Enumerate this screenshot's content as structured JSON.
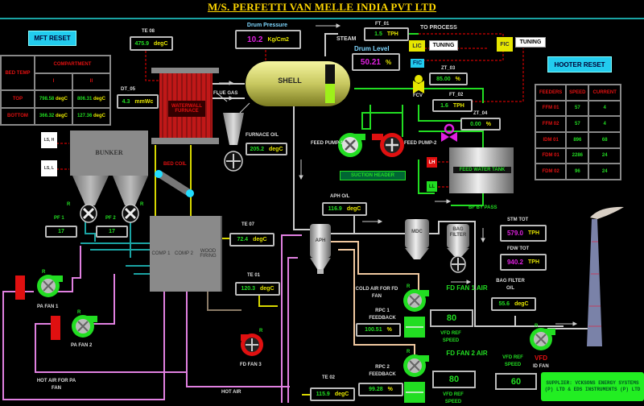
{
  "header": {
    "title": "M/S. PERFETTI VAN MELLE INDIA PVT LTD"
  },
  "buttons": {
    "mft_reset": "MFT RESET",
    "hooter_reset": "HOOTER RESET"
  },
  "bed_temp_table": {
    "corner": "BED TEMP",
    "header": "COMPARTMENT",
    "columns": [
      "I",
      "II"
    ],
    "rows": [
      {
        "label": "TOP",
        "values": [
          "798.58",
          "806.31"
        ],
        "unit": "degC"
      },
      {
        "label": "BOTTOM",
        "values": [
          "366.32",
          "127.36"
        ],
        "unit": "degC"
      }
    ]
  },
  "te08": {
    "label": "TE 08",
    "value": "475.9",
    "unit": "degC"
  },
  "dt05": {
    "label": "DT_05",
    "value": "4.3",
    "unit": "mmWc"
  },
  "drum_pressure": {
    "label": "Drum Pressure",
    "value": "10.2",
    "unit": "Kg/Cm2"
  },
  "drum_level": {
    "label": "Drum Level",
    "value": "50.21",
    "unit": "%"
  },
  "steam_label": "STEAM",
  "ft01": {
    "label": "FT_01",
    "value": "1.5",
    "unit": "TPH"
  },
  "to_process": "TO PROCESS",
  "controllers": {
    "lic": "LIC",
    "fic": "FIC",
    "fic_small": "FIC",
    "tuning1": "TUNING",
    "tuning2": "TUNING",
    "fcv": "FCV"
  },
  "zt03": {
    "label": "ZT_03",
    "value": "85.00",
    "unit": "%"
  },
  "ft02": {
    "label": "FT_02",
    "value": "1.6",
    "unit": "TPH"
  },
  "zt04": {
    "label": "ZT_04",
    "value": "0.00",
    "unit": "%"
  },
  "shell": "SHELL",
  "waterwall": "WATERWALL FURNACE",
  "flue_gas": "FLUE GAS",
  "furnace_out": {
    "label": "FURNACE O/L",
    "value": "205.2",
    "unit": "degC"
  },
  "feed_pump1": "FEED PUMP-1",
  "feed_pump2": "FEED PUMP-2",
  "suction_header": "SUCTION HEADER",
  "feed_water_tank": "FEED WATER TANK",
  "lh": "LH",
  "ll": "LL",
  "bf_bypass": "BF BY PASS",
  "feeders_table": {
    "headers": [
      "FEEDERS",
      "SPEED",
      "CURRENT"
    ],
    "rows": [
      [
        "FFM 01",
        "57",
        "4"
      ],
      [
        "FFM 02",
        "57",
        "4"
      ],
      [
        "IDM 01",
        "896",
        "68"
      ],
      [
        "FDM 01",
        "2286",
        "24"
      ],
      [
        "FDM 02",
        "96",
        "24"
      ]
    ]
  },
  "bunker": {
    "label": "BUNKER",
    "ls_h": "LS, H",
    "ls_l": "LS, L"
  },
  "bed_coil": "BED COIL",
  "pf1": {
    "label": "PF 1",
    "value": "17"
  },
  "pf2": {
    "label": "PF 2",
    "value": "17"
  },
  "compartments": [
    "COMP 1",
    "COMP 2",
    "WOOD FIRING"
  ],
  "te07": {
    "label": "TE 07",
    "value": "72.4",
    "unit": "degC"
  },
  "te01": {
    "label": "TE 01",
    "value": "120.3",
    "unit": "degC"
  },
  "te02": {
    "label": "TE 02",
    "value": "115.9",
    "unit": "degC"
  },
  "aph": "APH",
  "aph_out": {
    "label": "APH O/L",
    "value": "116.9",
    "unit": "degC"
  },
  "mdc": "MDC",
  "bag_filter": "BAG FILTER",
  "stm_tot": {
    "label": "STM TOT",
    "value": "579.0",
    "unit": "TPH"
  },
  "fdw_tot": {
    "label": "FDW TOT",
    "value": "940.2",
    "unit": "TPH"
  },
  "bag_filter_out": {
    "label": "BAG FILTER O/L",
    "value": "55.6",
    "unit": "degC"
  },
  "pa_fan1": "PA FAN 1",
  "pa_fan2": "PA FAN 2",
  "fd_fan3": "FD FAN 3",
  "hot_air_pa": "HOT AIR FOR PA FAN",
  "hot_air": "HOT AIR",
  "cold_air": "COLD AIR FOR FD FAN",
  "rpc1": {
    "label": "RPC 1 FEEDBACK",
    "value": "100.51",
    "unit": "%"
  },
  "rpc2": {
    "label": "RPC 2 FEEDBACK",
    "value": "99.28",
    "unit": "%"
  },
  "fd_fan1": {
    "label": "FD FAN 1 AIR",
    "vfd_value": "80",
    "vfd_label": "VFD REF SPEED"
  },
  "fd_fan2": {
    "label": "FD FAN 2 AIR",
    "vfd_value": "80",
    "vfd_label": "VFD REF SPEED"
  },
  "id_fan": {
    "label": "ID FAN",
    "vfd": "VFD",
    "vfd_value": "60",
    "vfd_label": "VFD REF SPEED"
  },
  "run_indicator": "R",
  "supplier": "SUPPLIER: VCKSONS ENERGY SYSTEMS (P) LTD & EDS INSTRUMENTS (P) LTD",
  "colors": {
    "running": "#22dd22",
    "stopped": "#e01010",
    "accent": "#22ccee",
    "title": "#ffd700"
  }
}
